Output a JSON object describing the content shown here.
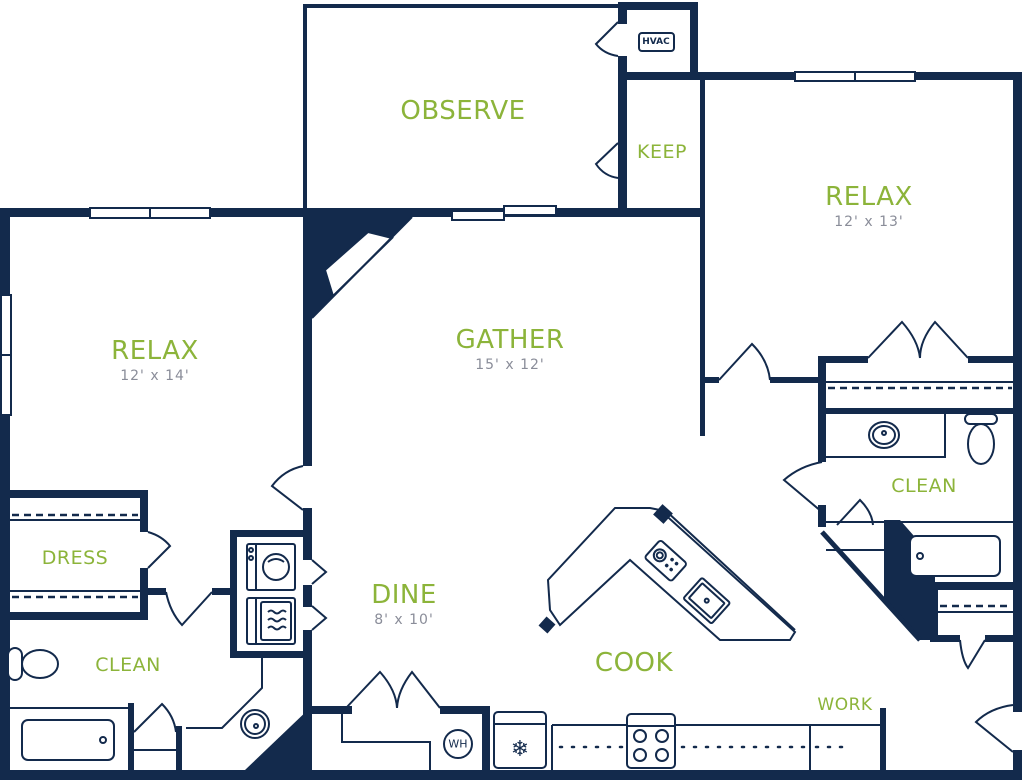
{
  "colors": {
    "wall": "#132a4c",
    "room_label": "#8cb43a",
    "dimension": "#8a8d99",
    "background": "#ffffff"
  },
  "rooms": {
    "observe": {
      "name": "OBSERVE"
    },
    "keep": {
      "name": "KEEP"
    },
    "hvac": {
      "name": "HVAC"
    },
    "relax_left": {
      "name": "RELAX",
      "dimensions": "12' x 14'"
    },
    "gather": {
      "name": "GATHER",
      "dimensions": "15' x 12'"
    },
    "relax_right": {
      "name": "RELAX",
      "dimensions": "12' x 13'"
    },
    "dress": {
      "name": "DRESS"
    },
    "clean_left": {
      "name": "CLEAN"
    },
    "clean_right": {
      "name": "CLEAN"
    },
    "dine": {
      "name": "DINE",
      "dimensions": "8' x 10'"
    },
    "cook": {
      "name": "COOK"
    },
    "work": {
      "name": "WORK"
    },
    "water_heater": {
      "name": "WH"
    }
  },
  "icons": {
    "washer": "washer-icon",
    "dryer": "dryer-icon",
    "refrigerator": "snowflake-icon",
    "range": "stovetop-icon",
    "dishwasher": "dishwasher-icon",
    "sink": "sink-icon",
    "toilet": "toilet-icon",
    "bathtub": "bathtub-icon",
    "fireplace": "fireplace-icon"
  }
}
